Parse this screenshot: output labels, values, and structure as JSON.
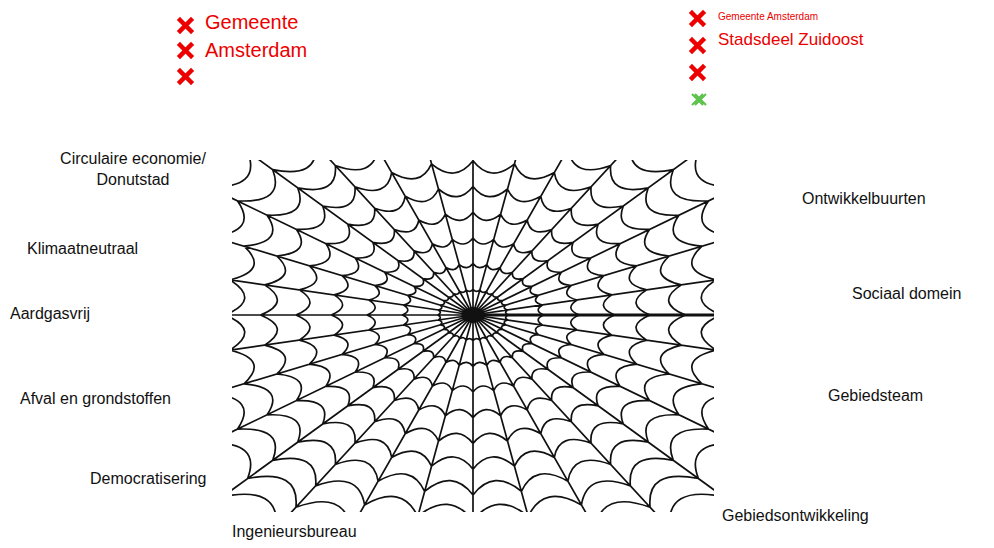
{
  "diagram": {
    "labels": [
      "Gemeente Amsterdam",
      "Gemeente Amsterdam",
      "Stadsdeel Zuidoost",
      "Circulaire economie/ Donutstad",
      "Klimaatneutraal",
      "Aardgasvrij",
      "Afval en grondstoffen",
      "Democratisering",
      "Ingenieursbureau",
      "Ontwikkelbuurten",
      "Sociaal domein",
      "Gebiedsteam",
      "Gebiedsontwikkeling"
    ]
  }
}
